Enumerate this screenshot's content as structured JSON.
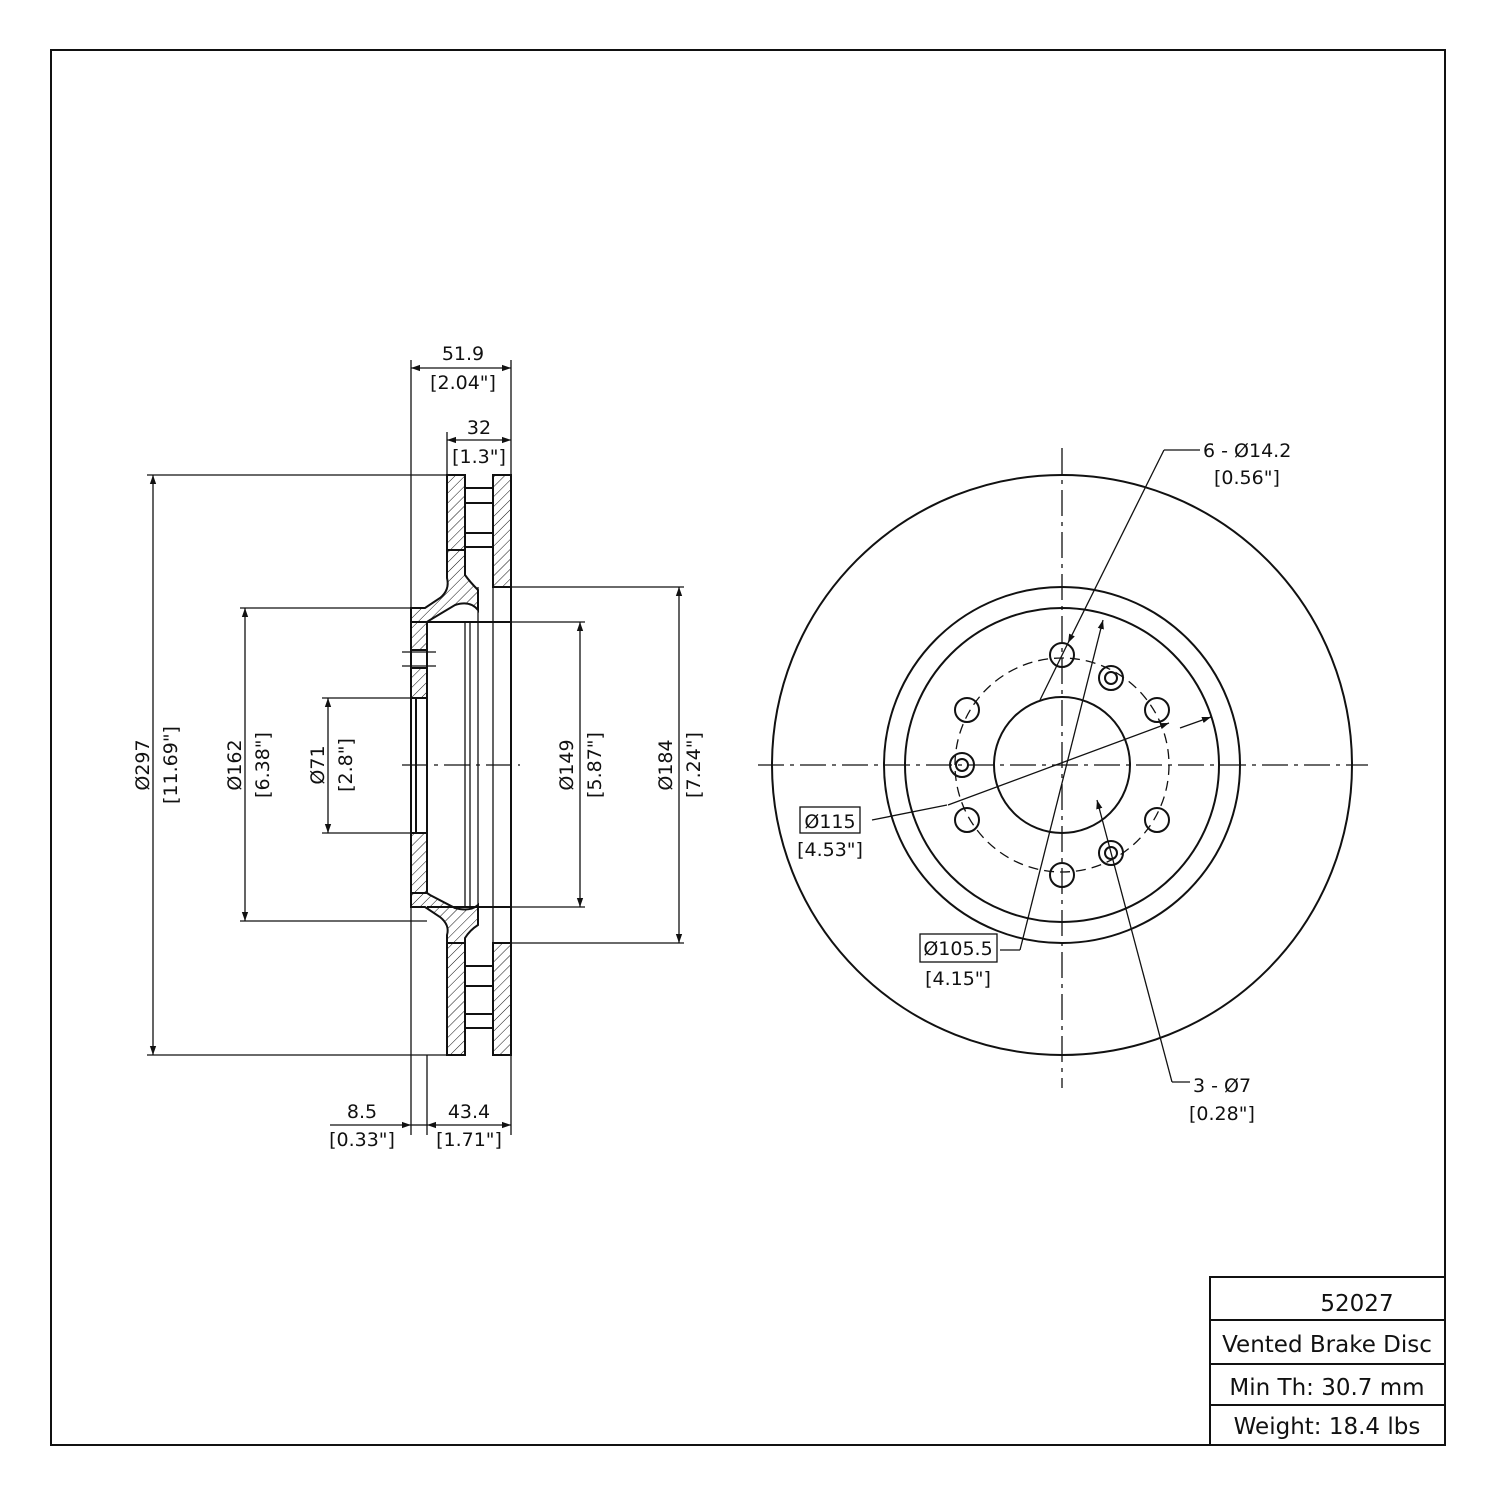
{
  "title_block": {
    "part_number": "52027",
    "description": "Vented Brake Disc",
    "min_thickness": "Min Th: 30.7 mm",
    "weight": "Weight: 18.4 lbs"
  },
  "section_view": {
    "overall_width": {
      "mm": "51.9",
      "in": "[2.04\"]"
    },
    "rotor_width": {
      "mm": "32",
      "in": "[1.3\"]"
    },
    "outer_diameter": {
      "mm": "Ø297",
      "in": "[11.69\"]"
    },
    "hat_diameter": {
      "mm": "Ø162",
      "in": "[6.38\"]"
    },
    "center_bore": {
      "mm": "Ø71",
      "in": "[2.8\"]"
    },
    "inner_diameter": {
      "mm": "Ø149",
      "in": "[5.87\"]"
    },
    "vane_inner_diameter": {
      "mm": "Ø184",
      "in": "[7.24\"]"
    },
    "hat_thickness": {
      "mm": "8.5",
      "in": "[0.33\"]"
    },
    "hat_height": {
      "mm": "43.4",
      "in": "[1.71\"]"
    }
  },
  "face_view": {
    "bolt_holes": {
      "count": "6 - Ø14.2",
      "in": "[0.56\"]"
    },
    "bolt_circle_a": {
      "mm": "Ø115",
      "in": "[4.53\"]"
    },
    "bolt_circle_b": {
      "mm": "Ø105.5",
      "in": "[4.15\"]"
    },
    "small_holes": {
      "count": "3 - Ø7",
      "in": "[0.28\"]"
    }
  }
}
